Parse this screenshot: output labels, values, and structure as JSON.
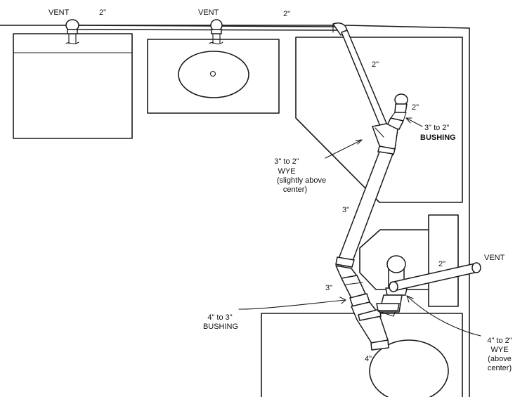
{
  "diagram": {
    "labels": {
      "vent_left": "VENT",
      "vent_middle": "VENT",
      "vent_right": "VENT",
      "size_2_top_left": "2\"",
      "size_2_top_right": "2\"",
      "size_2_diagonal": "2\"",
      "size_2_top_cap": "2\"",
      "size_3_mid": "3\"",
      "size_3_lower": "3\"",
      "size_4_bottom": "4\"",
      "size_2_vent": "2\"",
      "bushing_3_to_2_line1": "3\" to 2\"",
      "bushing_3_to_2_line2": "BUSHING",
      "wye_3_to_2_line1": "3\" to 2\"",
      "wye_3_to_2_line2": "WYE",
      "wye_3_to_2_line3": "(slightly above",
      "wye_3_to_2_line4": "center)",
      "bushing_4_to_3_line1": "4\" to 3\"",
      "bushing_4_to_3_line2": "BUSHING",
      "wye_4_to_2_line1": "4\" to 2\"",
      "wye_4_to_2_line2": "WYE",
      "wye_4_to_2_line3": "(above",
      "wye_4_to_2_line4": "center)"
    },
    "colors": {
      "ink": "#1a1a1a",
      "paper": "#ffffff"
    }
  }
}
